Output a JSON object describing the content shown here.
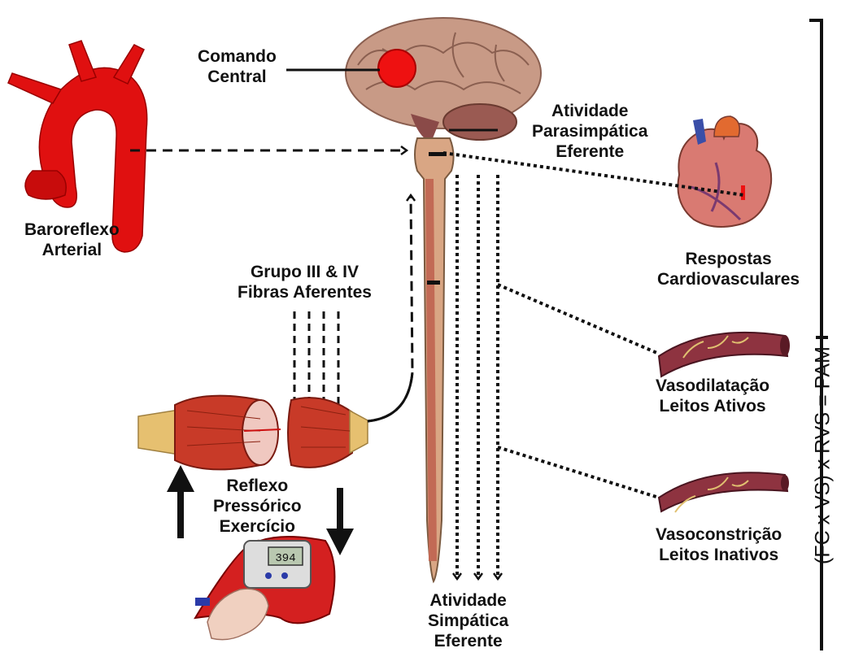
{
  "labels": {
    "central_command": [
      "Comando",
      "Central"
    ],
    "parasympathetic": [
      "Atividade",
      "Parasimpática",
      "Eferente"
    ],
    "baroreflex": [
      "Baroreflexo",
      "Arterial"
    ],
    "afferents": [
      "Grupo III & IV",
      "Fibras Aferentes"
    ],
    "cardio": [
      "Respostas",
      "Cardiovasculares"
    ],
    "vasodilation": [
      "Vasodilatação",
      "Leitos Ativos"
    ],
    "vasoconstriction": [
      "Vasoconstrição",
      "Leitos Inativos"
    ],
    "pressor_reflex": [
      "Reflexo",
      "Pressórico",
      "Exercício"
    ],
    "sympathetic": [
      "Atividade",
      "Simpática",
      "Eferente"
    ],
    "equation": "(FC x VS) x RVS = PAM",
    "dynamometer_display": "394"
  },
  "colors": {
    "artery_red": "#e01010",
    "command_dot": "#ee1111",
    "muscle": "#c83a28",
    "brain": "#c89a86",
    "spine": "#d9a684",
    "vessel": "#8e3340"
  }
}
